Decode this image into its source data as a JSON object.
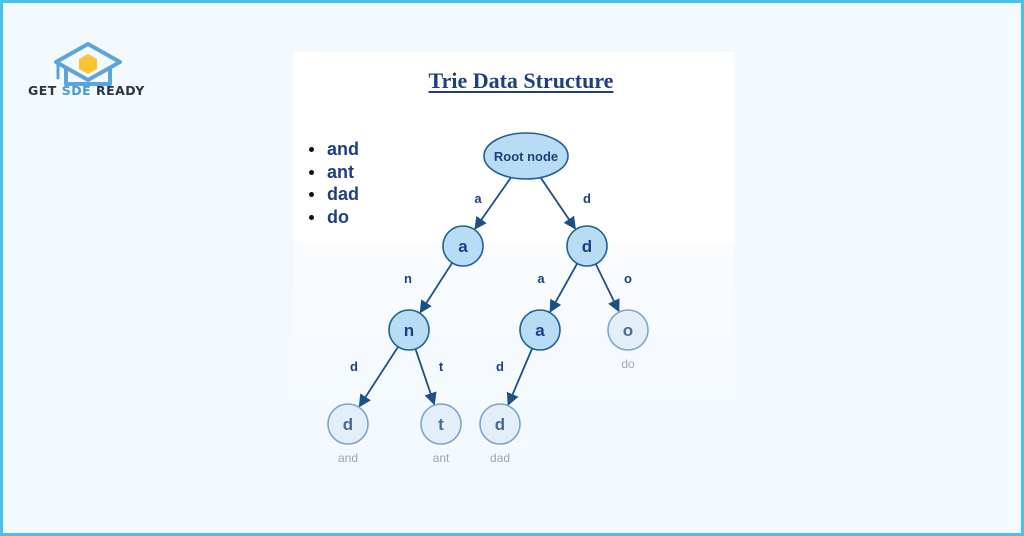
{
  "brand": {
    "name_part1": "GET",
    "name_part2": "SDE",
    "name_part3": "READY"
  },
  "diagram": {
    "title": "Trie Data Structure",
    "words": [
      "and",
      "ant",
      "dad",
      "do"
    ],
    "nodes": [
      {
        "id": "root",
        "label": "Root node",
        "caption": ""
      },
      {
        "id": "a",
        "label": "a",
        "caption": ""
      },
      {
        "id": "d",
        "label": "d",
        "caption": ""
      },
      {
        "id": "an",
        "label": "n",
        "caption": ""
      },
      {
        "id": "da",
        "label": "a",
        "caption": ""
      },
      {
        "id": "do",
        "label": "o",
        "caption": "do"
      },
      {
        "id": "and",
        "label": "d",
        "caption": "and"
      },
      {
        "id": "ant",
        "label": "t",
        "caption": "ant"
      },
      {
        "id": "dad",
        "label": "d",
        "caption": "dad"
      }
    ],
    "edges": [
      {
        "from": "root",
        "to": "a",
        "label": "a"
      },
      {
        "from": "root",
        "to": "d",
        "label": "d"
      },
      {
        "from": "a",
        "to": "an",
        "label": "n"
      },
      {
        "from": "d",
        "to": "da",
        "label": "a"
      },
      {
        "from": "d",
        "to": "do",
        "label": "o"
      },
      {
        "from": "an",
        "to": "and",
        "label": "d"
      },
      {
        "from": "an",
        "to": "ant",
        "label": "t"
      },
      {
        "from": "da",
        "to": "dad",
        "label": "d"
      }
    ],
    "colors": {
      "node_fill": "#b9dcf5",
      "node_stroke": "#1f5f9a",
      "node_text": "#1f3f82",
      "leaf_fill": "#e3eef8",
      "leaf_stroke": "#7ea5c8",
      "edge": "#1f4f88",
      "caption": "#9aa6b2"
    }
  }
}
